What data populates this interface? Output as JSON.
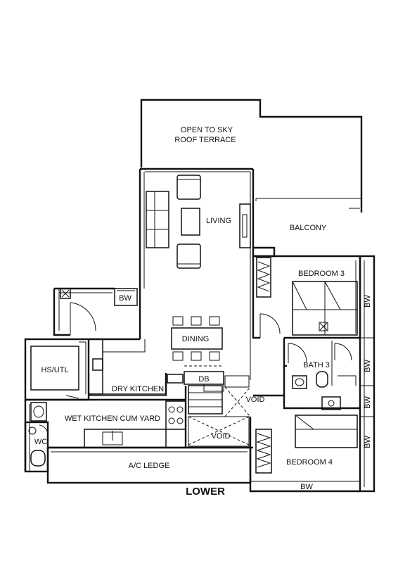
{
  "floor_label": "LOWER",
  "rooms": {
    "roof_terrace": [
      "OPEN TO SKY",
      "ROOF TERRACE"
    ],
    "living": "LIVING",
    "balcony": "BALCONY",
    "bedroom3": "BEDROOM 3",
    "dining": "DINING",
    "hs_utl": "HS/UTL",
    "dry_kitchen": "DRY KITCHEN",
    "bath3": "BATH 3",
    "wet_kitchen": "WET KITCHEN CUM YARD",
    "void_upper": "VOID",
    "void_lower": "VOID",
    "wc": "WC",
    "bedroom4": "BEDROOM 4",
    "ac_ledge": "A/C LEDGE",
    "db": "DB"
  },
  "bay_windows": {
    "main": "BW",
    "bedroom3": "BW",
    "bath3": "BW",
    "right_mid": "BW",
    "bedroom4": "BW",
    "bottom": "BW"
  }
}
